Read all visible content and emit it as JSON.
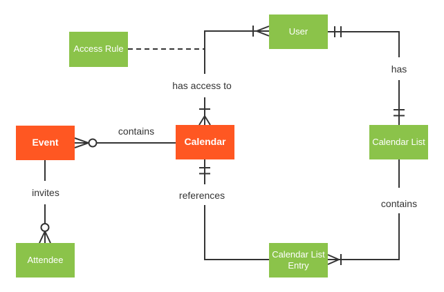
{
  "colors": {
    "entity_green": "#8BC34A",
    "entity_orange": "#FF5722",
    "entity_text": "#FFFFFF",
    "line": "#333333",
    "relationship_label_text": "#333333",
    "background": "#FFFFFF"
  },
  "entities": {
    "access_rule": {
      "label": "Access Rule",
      "color": "#8BC34A"
    },
    "user": {
      "label": "User",
      "color": "#8BC34A"
    },
    "event": {
      "label": "Event",
      "color": "#FF5722"
    },
    "calendar": {
      "label": "Calendar",
      "color": "#FF5722"
    },
    "calendar_list": {
      "label": "Calendar List",
      "color": "#8BC34A"
    },
    "attendee": {
      "label": "Attendee",
      "color": "#8BC34A"
    },
    "calendar_list_entry": {
      "label": "Calendar List Entry",
      "color": "#8BC34A"
    }
  },
  "relationships": {
    "event_calendar": {
      "label": "contains",
      "between": [
        "Event",
        "Calendar"
      ],
      "line_style": "solid",
      "cardinality_at_event": "zero or many (circle + crow's foot)",
      "cardinality_at_calendar": "none"
    },
    "calendar_user": {
      "label": "has access to",
      "between": [
        "Calendar",
        "User"
      ],
      "line_style": "solid",
      "cardinality_at_calendar": "one or many (bar + crow's foot)",
      "cardinality_at_user": "one or many (bar + crow's foot)"
    },
    "user_calendar_list": {
      "label": "has",
      "between": [
        "User",
        "Calendar List"
      ],
      "line_style": "solid",
      "cardinality_at_user": "exactly one (double bar)",
      "cardinality_at_calendar_list": "exactly one (double bar)"
    },
    "event_attendee": {
      "label": "invites",
      "between": [
        "Event",
        "Attendee"
      ],
      "line_style": "solid",
      "cardinality_at_event": "none",
      "cardinality_at_attendee": "zero or many (circle + crow's foot)"
    },
    "entry_references_calendar": {
      "label": "references",
      "between": [
        "Calendar",
        "Calendar List Entry"
      ],
      "line_style": "solid",
      "cardinality_at_calendar": "exactly one (double bar)",
      "cardinality_at_calendar_list_entry": "none"
    },
    "list_contains_entry": {
      "label": "contains",
      "between": [
        "Calendar List",
        "Calendar List Entry"
      ],
      "line_style": "solid",
      "cardinality_at_calendar_list": "none",
      "cardinality_at_calendar_list_entry": "one or many (bar + crow's foot)"
    },
    "access_rule_link": {
      "label": "",
      "between": [
        "Access Rule",
        "has access to relationship line"
      ],
      "line_style": "dashed"
    }
  }
}
